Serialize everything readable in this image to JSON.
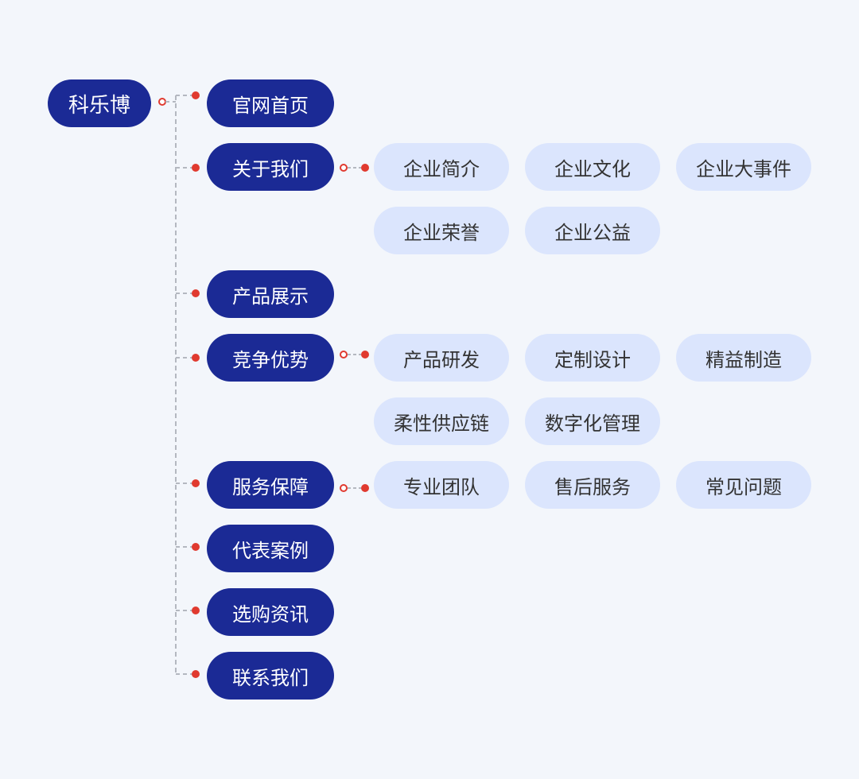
{
  "root": {
    "label": "科乐博"
  },
  "nav": {
    "home": {
      "label": "官网首页"
    },
    "about": {
      "label": "关于我们",
      "children": [
        "企业简介",
        "企业文化",
        "企业大事件",
        "企业荣誉",
        "企业公益"
      ]
    },
    "products": {
      "label": "产品展示"
    },
    "advantage": {
      "label": "竞争优势",
      "children": [
        "产品研发",
        "定制设计",
        "精益制造",
        "柔性供应链",
        "数字化管理"
      ]
    },
    "service": {
      "label": "服务保障",
      "children": [
        "专业团队",
        "售后服务",
        "常见问题"
      ]
    },
    "cases": {
      "label": "代表案例"
    },
    "news": {
      "label": "选购资讯"
    },
    "contact": {
      "label": "联系我们"
    }
  },
  "colors": {
    "background": "#f3f6fb",
    "primary_node": "#1b2a95",
    "secondary_node": "#dbe5fd",
    "connector_line": "#b4b8c0",
    "connector_dot": "#e03a2f"
  }
}
